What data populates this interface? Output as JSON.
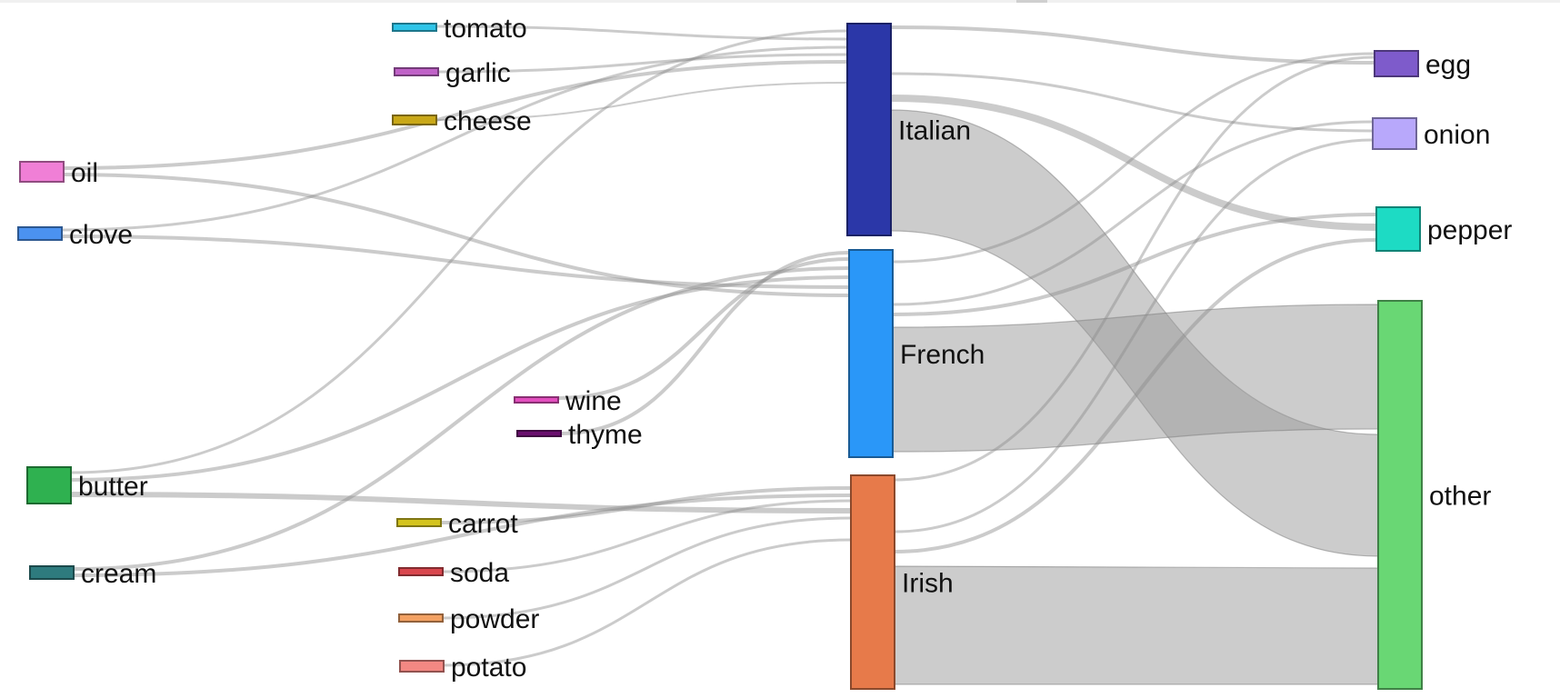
{
  "chart_data": {
    "type": "sankey",
    "nodes": [
      {
        "id": "tomato",
        "label": "tomato",
        "color": "#2ec4e8",
        "column": 1,
        "value": 1
      },
      {
        "id": "garlic",
        "label": "garlic",
        "color": "#c062c8",
        "column": 1,
        "value": 1
      },
      {
        "id": "cheese",
        "label": "cheese",
        "color": "#c9a818",
        "column": 1,
        "value": 1
      },
      {
        "id": "oil",
        "label": "oil",
        "color": "#f07fd6",
        "column": 0,
        "value": 3
      },
      {
        "id": "clove",
        "label": "clove",
        "color": "#4b92f0",
        "column": 0,
        "value": 2
      },
      {
        "id": "butter",
        "label": "butter",
        "color": "#2fb150",
        "column": 0,
        "value": 5
      },
      {
        "id": "cream",
        "label": "cream",
        "color": "#2e7b7e",
        "column": 0,
        "value": 2
      },
      {
        "id": "wine",
        "label": "wine",
        "color": "#e24fbe",
        "column": 2,
        "value": 1
      },
      {
        "id": "thyme",
        "label": "thyme",
        "color": "#6a0f6e",
        "column": 2,
        "value": 1
      },
      {
        "id": "carrot",
        "label": "carrot",
        "color": "#d4c41e",
        "column": 1,
        "value": 1
      },
      {
        "id": "soda",
        "label": "soda",
        "color": "#d9474e",
        "column": 1,
        "value": 1
      },
      {
        "id": "powder",
        "label": "powder",
        "color": "#f3a162",
        "column": 1,
        "value": 1
      },
      {
        "id": "potato",
        "label": "potato",
        "color": "#f38883",
        "column": 1,
        "value": 1
      },
      {
        "id": "Italian",
        "label": "Italian",
        "color": "#2b37a8",
        "column": 3,
        "value": 21
      },
      {
        "id": "French",
        "label": "French",
        "color": "#2a97f8",
        "column": 3,
        "value": 20
      },
      {
        "id": "Irish",
        "label": "Irish",
        "color": "#e77a4a",
        "column": 3,
        "value": 20
      },
      {
        "id": "egg",
        "label": "egg",
        "color": "#7e5bcb",
        "column": 4,
        "value": 3
      },
      {
        "id": "onion",
        "label": "onion",
        "color": "#b8a8fb",
        "column": 4,
        "value": 3
      },
      {
        "id": "pepper",
        "label": "pepper",
        "color": "#1ddbc4",
        "column": 4,
        "value": 4
      },
      {
        "id": "other",
        "label": "other",
        "color": "#69d774",
        "column": 4,
        "value": 39
      }
    ],
    "links": [
      {
        "source": "tomato",
        "target": "Italian",
        "value": 1
      },
      {
        "source": "garlic",
        "target": "Italian",
        "value": 1
      },
      {
        "source": "cheese",
        "target": "Italian",
        "value": 1
      },
      {
        "source": "oil",
        "target": "Italian",
        "value": 1
      },
      {
        "source": "oil",
        "target": "French",
        "value": 1
      },
      {
        "source": "clove",
        "target": "Italian",
        "value": 1
      },
      {
        "source": "clove",
        "target": "French",
        "value": 1
      },
      {
        "source": "butter",
        "target": "Italian",
        "value": 1
      },
      {
        "source": "butter",
        "target": "French",
        "value": 2
      },
      {
        "source": "butter",
        "target": "Irish",
        "value": 2
      },
      {
        "source": "cream",
        "target": "French",
        "value": 1
      },
      {
        "source": "cream",
        "target": "Irish",
        "value": 1
      },
      {
        "source": "wine",
        "target": "French",
        "value": 1
      },
      {
        "source": "thyme",
        "target": "French",
        "value": 1
      },
      {
        "source": "carrot",
        "target": "Irish",
        "value": 1
      },
      {
        "source": "soda",
        "target": "Irish",
        "value": 1
      },
      {
        "source": "powder",
        "target": "Irish",
        "value": 1
      },
      {
        "source": "potato",
        "target": "Irish",
        "value": 1
      },
      {
        "source": "Italian",
        "target": "egg",
        "value": 1
      },
      {
        "source": "Italian",
        "target": "onion",
        "value": 1
      },
      {
        "source": "Italian",
        "target": "pepper",
        "value": 2
      },
      {
        "source": "Italian",
        "target": "other",
        "value": 13
      },
      {
        "source": "French",
        "target": "egg",
        "value": 1
      },
      {
        "source": "French",
        "target": "onion",
        "value": 1
      },
      {
        "source": "French",
        "target": "pepper",
        "value": 1
      },
      {
        "source": "French",
        "target": "other",
        "value": 13
      },
      {
        "source": "Irish",
        "target": "egg",
        "value": 1
      },
      {
        "source": "Irish",
        "target": "onion",
        "value": 1
      },
      {
        "source": "Irish",
        "target": "pepper",
        "value": 1
      },
      {
        "source": "Irish",
        "target": "other",
        "value": 13
      }
    ]
  }
}
